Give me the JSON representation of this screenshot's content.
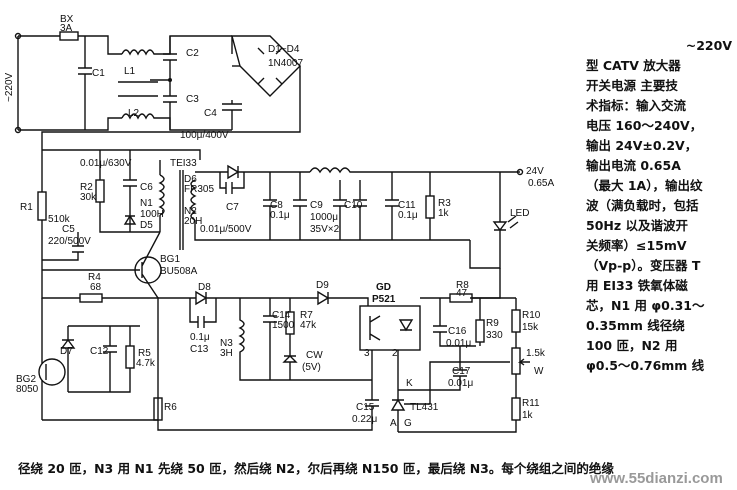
{
  "desc": {
    "lines": [
      "~220V",
      "型 CATV 放大器",
      "开关电源  主要技",
      "术指标：输入交流",
      "电压 160～240V，",
      "输出 24V±0.2V，",
      "输出电流 0.65A",
      "（最大 1A），输出纹",
      "波（满负载时，包括",
      "50Hz 以及谐波开",
      "关频率）≤15mV",
      "（Vp-p）。变压器 T",
      "用 EI33 铁氧体磁",
      "芯，N1 用 φ0.31～",
      "0.35mm 线径绕",
      "100 匝，N2 用",
      "φ0.5～0.76mm 线"
    ]
  },
  "caption": "径绕 20 匝，N3 用 N1 先绕 50 匝，然后绕 N2，尔后再绕 N150 匝，最后绕 N3。每个绕组之间的绝缘",
  "watermark": "www.55dianzi.com",
  "labels": {
    "bx": "BX",
    "bx_val": "3A",
    "ac_in": "~220V",
    "c1": "C1",
    "l1": "L1",
    "l2": "L2",
    "c2": "C2",
    "c3": "C3",
    "c4": "C4",
    "c4_val": "100μ/400V",
    "d1d4": "D1~D4",
    "d1d4_val": "1N4007",
    "c6top": "0.01μ/630V",
    "t": "TEI33",
    "r2": "R2",
    "r2_val": "30k",
    "c6": "C6",
    "n1": "N1",
    "n1_val": "100H",
    "d5": "D5",
    "d6": "D6",
    "d6_val": "FR305",
    "c7": "C7",
    "c8": "C8",
    "c8_val": "0.1μ",
    "c9": "C9",
    "c9_val": "1000μ",
    "c9_val2": "35V×2",
    "c10": "C10",
    "c11": "C11",
    "c11_val": "0.1μ",
    "r3": "R3",
    "r3_val": "1k",
    "out_v": "24V",
    "out_a": "0.65A",
    "led": "LED",
    "r1": "R1",
    "r1_val": "510k",
    "r1_val2": "220/500V",
    "c5": "C5",
    "n2": "N2",
    "n2_val": "20H",
    "c5_val": "0.01μ/500V",
    "bg1": "BG1",
    "bg1_val": "BU508A",
    "r4": "R4",
    "r4_val": "68",
    "d8": "D8",
    "d9": "D9",
    "gd": "GD",
    "gd_val": "P521",
    "r8": "R8",
    "r8_val": "47",
    "c13": "C13",
    "c13_val": "0.1μ",
    "n3": "N3",
    "n3_val": "3H",
    "c14": "C14",
    "c14_val": "1500",
    "r7": "R7",
    "r7_val": "47k",
    "cw": "CW",
    "cw_val": "(5V)",
    "c16": "C16",
    "c16_val": "0.01μ",
    "r9": "R9",
    "r9_val": "330",
    "r10": "R10",
    "r10_val": "15k",
    "w_val": "1.5k",
    "w": "W",
    "c17": "C17",
    "c17_val": "0.01μ",
    "r11": "R11",
    "r11_val": "1k",
    "tl431": "TL431",
    "k": "K",
    "a": "A",
    "g": "G",
    "c15": "C15",
    "c15_val": "0.22μ",
    "d7": "D7",
    "c12": "C12",
    "r5": "R5",
    "r5_val": "4.7k",
    "bg2": "BG2",
    "bg2_val": "8050",
    "r6": "R6",
    "pin3": "3",
    "pin2": "2"
  }
}
